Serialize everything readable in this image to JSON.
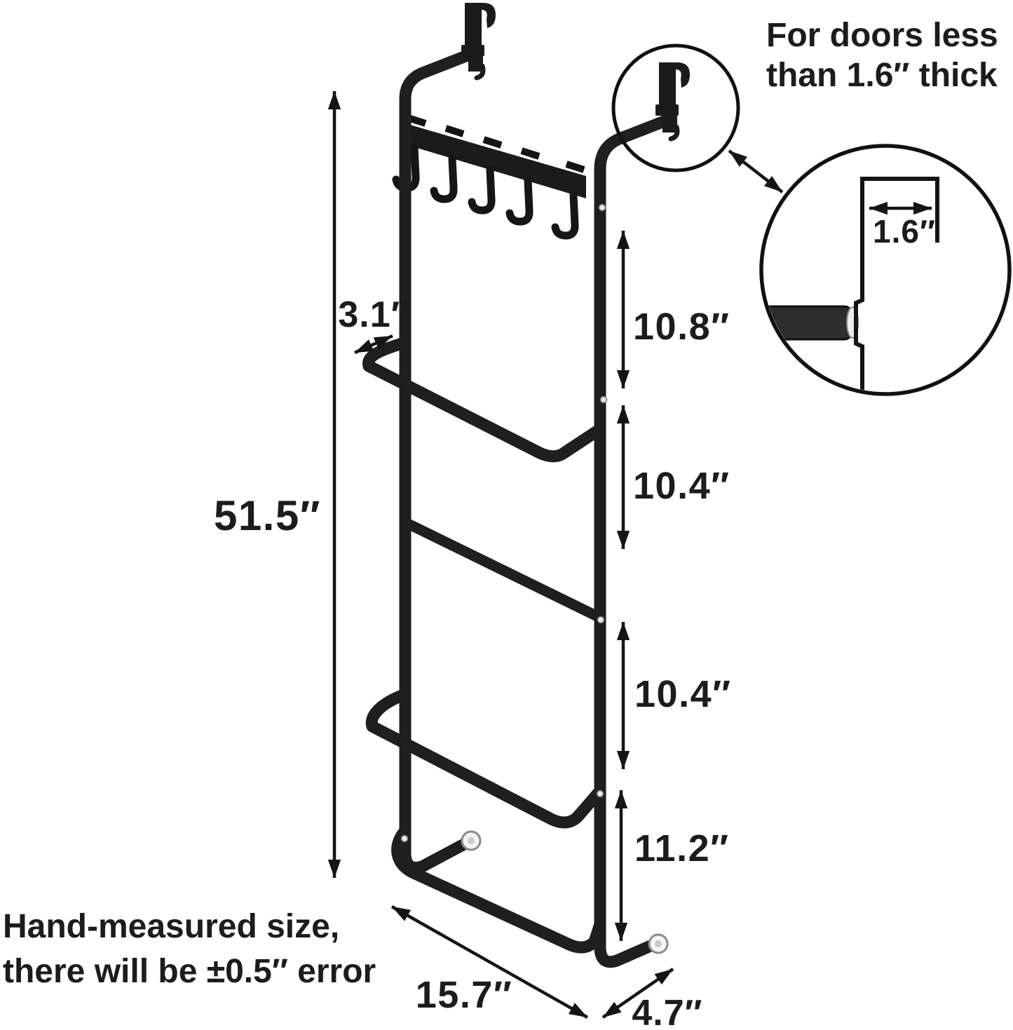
{
  "figure": {
    "subject": "Over-the-door towel rack with hook rail — hand-measured dimension diagram",
    "background_color": "#ffffff",
    "line_color": "#1a1a1a",
    "rack_color": "#1f1f1f",
    "unit": "inches"
  },
  "notes": {
    "door_compatibility": {
      "line1": "For doors less",
      "line2": "than 1.6″ thick"
    },
    "measurement_disclaimer": {
      "line1": "Hand-measured size,",
      "line2": "there will be ±0.5″ error"
    }
  },
  "dimensions": {
    "overall_height": {
      "value": 51.5,
      "label": "51.5″"
    },
    "bar_depth": {
      "value": 3.1,
      "label": "3.1″"
    },
    "section_top": {
      "value": 10.8,
      "label": "10.8″"
    },
    "section_upper_middle": {
      "value": 10.4,
      "label": "10.4″"
    },
    "section_lower_middle": {
      "value": 10.4,
      "label": "10.4″"
    },
    "section_bottom": {
      "value": 11.2,
      "label": "11.2″"
    },
    "width": {
      "value": 15.7,
      "label": "15.7″"
    },
    "depth": {
      "value": 4.7,
      "label": "4.7″"
    },
    "door_thickness_max": {
      "value": 1.6,
      "label": "1.6″"
    }
  },
  "details": {
    "accessory_hook_count": 5,
    "towel_bar_count": 4,
    "door_hook_count": 2
  }
}
